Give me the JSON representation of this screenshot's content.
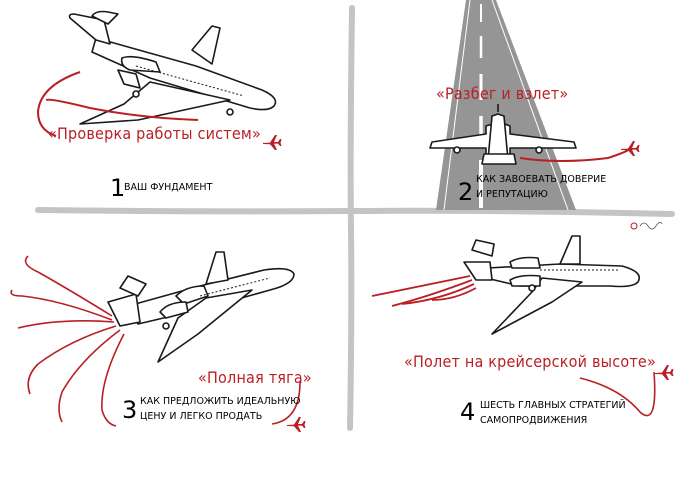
{
  "colors": {
    "accent": "#b91f24",
    "ink": "#1a1a1a",
    "divider": "#c4c4c4",
    "runway": "#959595"
  },
  "quadrants": [
    {
      "icon": "airplane-taxiing-icon",
      "title": "«Проверка работы систем»",
      "number": "1",
      "desc_lines": [
        "Ваш фундамент"
      ]
    },
    {
      "icon": "airplane-takeoff-topview-icon",
      "title": "«Разбег и взлет»",
      "number": "2",
      "desc_lines": [
        "Как завоевать доверие",
        "и репутацию"
      ]
    },
    {
      "icon": "airplane-climbing-icon",
      "title": "«Полная тяга»",
      "number": "3",
      "desc_lines": [
        "Как предложить идеальную",
        "цену и легко продать"
      ]
    },
    {
      "icon": "airplane-cruising-icon",
      "title": "«Полет на крейсерской высоте»",
      "number": "4",
      "desc_lines": [
        "Шесть главных стратегий",
        "самопродвижения"
      ]
    }
  ]
}
